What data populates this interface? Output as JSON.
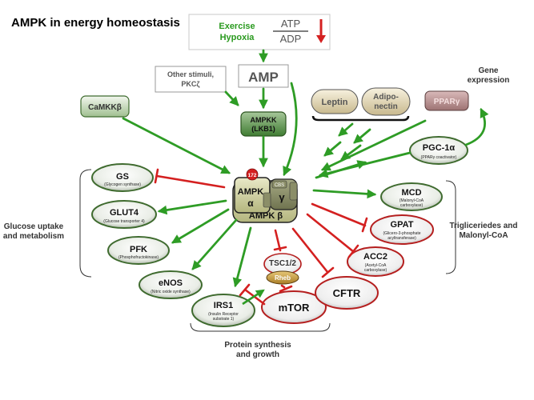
{
  "title": "AMPK in energy homeostasis",
  "stimuli": {
    "exercise": "Exercise",
    "hypoxia": "Hypoxia",
    "atp": "ATP",
    "adp": "ADP",
    "other_line1": "Other stimuli,",
    "other_line2": "PKCζ",
    "amp": "AMP"
  },
  "kinases": {
    "camkk": "CaMKKβ",
    "ampkk_line1": "AMPKK",
    "ampkk_line2": "(LKB1)"
  },
  "ampk": {
    "name": "AMPK",
    "alpha": "α",
    "gamma": "γ",
    "beta": "AMPK β",
    "thr": "172",
    "cbs": "CBS"
  },
  "hormones": {
    "leptin": "Leptin",
    "adiponectin_line1": "Adipo-",
    "adiponectin_line2": "nectin"
  },
  "gene_expression": {
    "label_line1": "Gene",
    "label_line2": "expression",
    "ppar": "PPARγ",
    "pgc": "PGC-1α",
    "pgc_sub": "(PPARγ coactivator)"
  },
  "left_targets": [
    {
      "name": "GS",
      "sub": "(Glycogen synthase)"
    },
    {
      "name": "GLUT4",
      "sub": "(Glucose transporter 4)"
    },
    {
      "name": "PFK",
      "sub": "(Phosphofructokinase)"
    },
    {
      "name": "eNOS",
      "sub": "(Nitric oxide synthase)"
    }
  ],
  "right_targets": [
    {
      "name": "MCD",
      "sub1": "(Malonyl-CoA",
      "sub2": "carboxylase)"
    },
    {
      "name": "GPAT",
      "sub1": "(Glicero-3-phosphate",
      "sub2": "acyltransferase)"
    },
    {
      "name": "ACC2",
      "sub1": "(Acetyl-CoA",
      "sub2": "carboxylase)"
    }
  ],
  "bottom_targets": {
    "irs1": "IRS1",
    "irs1_sub1": "(Insulin Receptor",
    "irs1_sub2": "substrate 1)",
    "tsc": "TSC1/2",
    "rheb": "Rheb",
    "mtor": "mTOR",
    "cftr": "CFTR"
  },
  "group_labels": {
    "glucose_line1": "Glucose uptake",
    "glucose_line2": "and metabolism",
    "trig_line1": "Trigliceriedes and",
    "trig_line2": "Malonyl-CoA",
    "protein_line1": "Protein synthesis",
    "protein_line2": "and growth"
  },
  "colors": {
    "activation": "#2e9c25",
    "inhibition": "#d42020",
    "green_text": "#2a9a1f",
    "node_fill": "#e8ece4",
    "ampk_fill": "#d7d8a8"
  }
}
